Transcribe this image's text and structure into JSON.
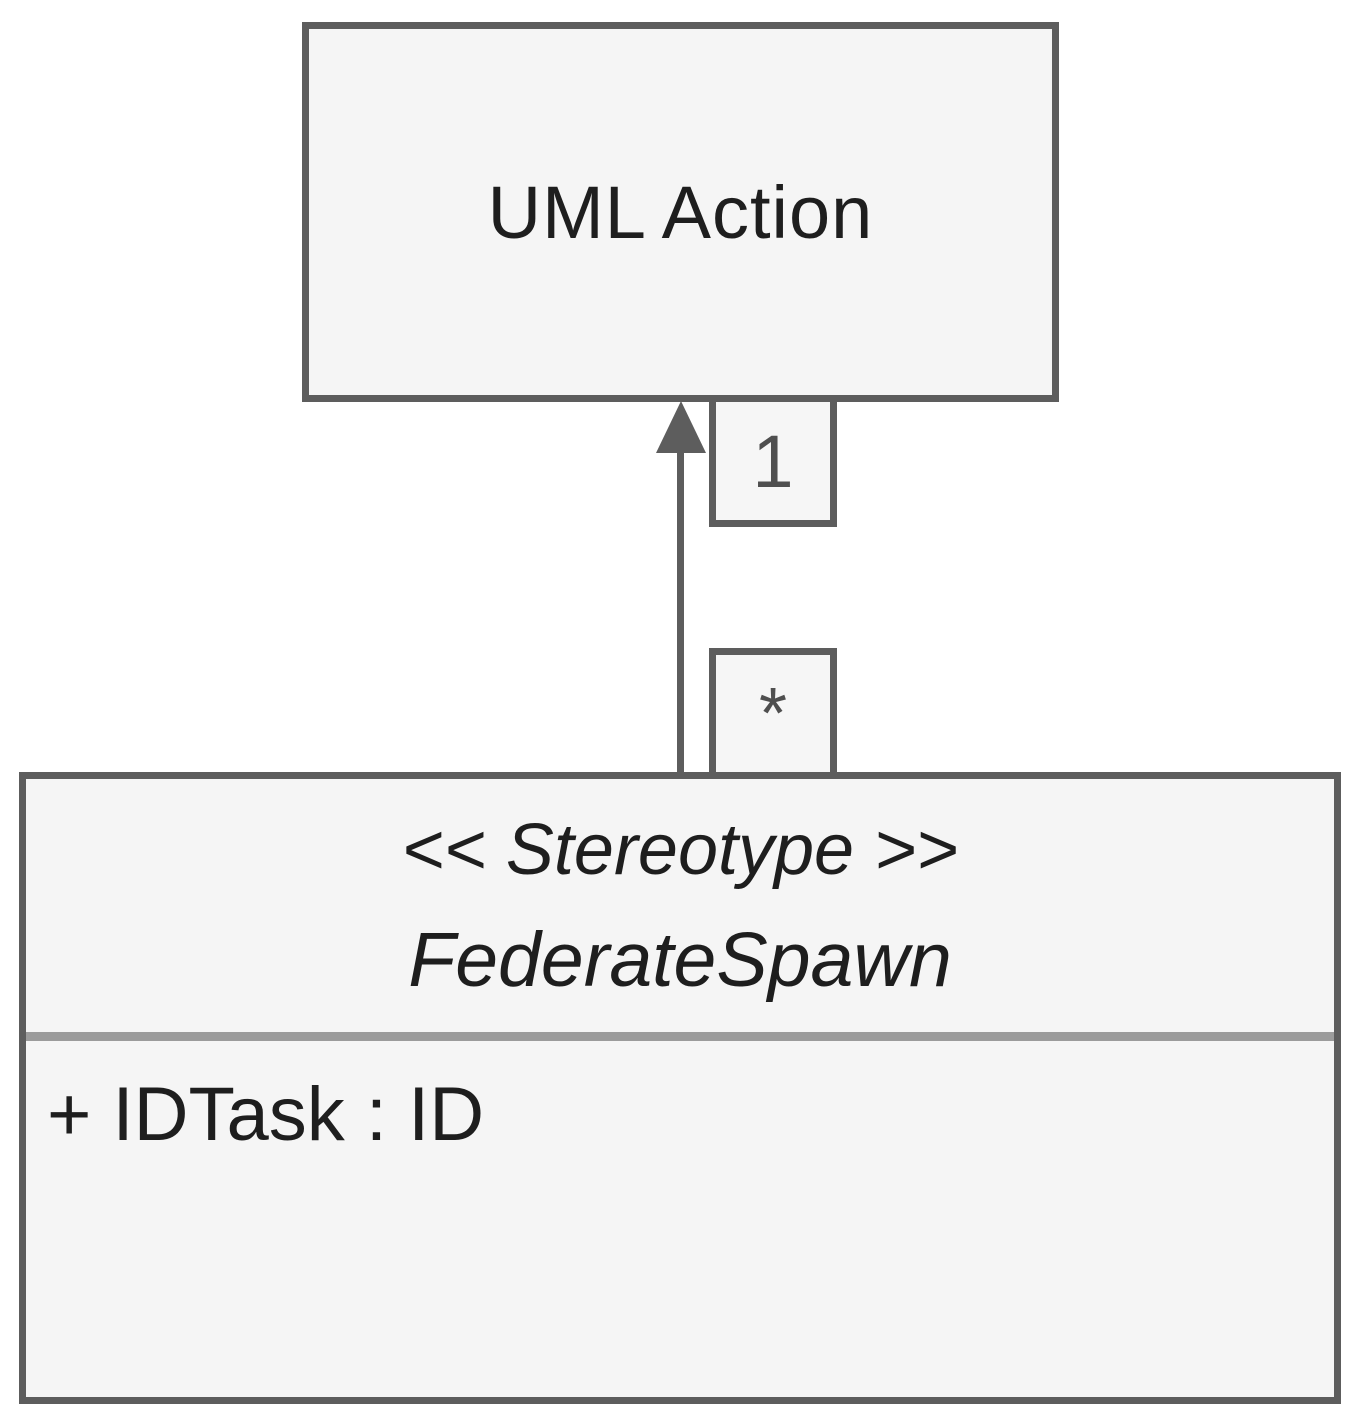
{
  "diagram": {
    "type": "uml-class-diagram",
    "metaclass": {
      "name": "UML Action"
    },
    "extension": {
      "parent_multiplicity": "1",
      "child_multiplicity": "*"
    },
    "stereotype": {
      "keyword": "<< Stereotype >>",
      "name": "FederateSpawn",
      "attributes": [
        "+ IDTask : ID"
      ]
    },
    "colors": {
      "background": "#ffffff",
      "box_fill": "#f5f5f5",
      "border": "#5d5d5d",
      "divider": "#9b9b9b",
      "text": "#1e1e1e",
      "multiplicity_text": "#4f4f4f",
      "arrow": "#5d5d5d"
    }
  }
}
